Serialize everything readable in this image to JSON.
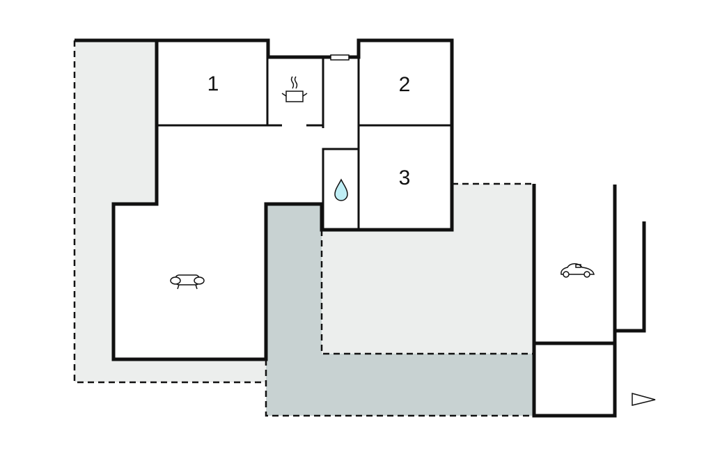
{
  "rooms": [
    {
      "label": "1"
    },
    {
      "label": "2"
    },
    {
      "label": "3"
    }
  ],
  "icons": [
    "kitchen-pot-icon",
    "water-drop-icon",
    "sofa-icon",
    "car-icon",
    "north-arrow-icon"
  ],
  "colors": {
    "wall": "#111111",
    "terrace": "#eceeed",
    "covered_terrace": "#c8d2d2",
    "water": "#bfeef5"
  }
}
